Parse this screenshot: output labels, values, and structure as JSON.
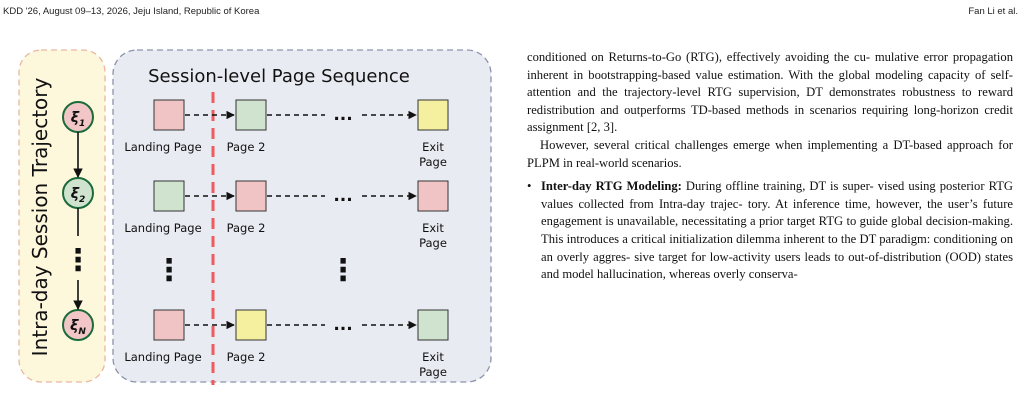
{
  "header": {
    "left": "KDD '26, August 09–13, 2026, Jeju Island, Republic of Korea",
    "right": "Fan Li et al."
  },
  "figure": {
    "left_panel_title": "Intra-day Session Trajectory",
    "right_panel_title": "Session-level Page Sequence",
    "xi_base": "ξ",
    "xi_subscripts": [
      "1",
      "2",
      "N"
    ],
    "row_labels": [
      {
        "first": "Landing Page",
        "second": "Page 2",
        "exit_line1": "Exit",
        "exit_line2": "Page"
      },
      {
        "first": "Landing Page",
        "second": "Page 2",
        "exit_line1": "Exit",
        "exit_line2": "Page"
      },
      {
        "first": "Landing Page",
        "second": "Page 2",
        "exit_line1": "Exit",
        "exit_line2": "Page"
      }
    ],
    "ellipsis": "...",
    "vdots": "⋮",
    "colors": {
      "pink": "#f0c4c4",
      "green": "#cfe3cf",
      "yellow": "#f5f0a0",
      "left_panel_fill": "#fdf7dc",
      "left_panel_stroke": "#e8b9a0",
      "right_panel_fill": "#e9ebf2",
      "right_panel_stroke": "#8a93ab",
      "divider": "#ef5a5a",
      "node_fill": "#f2c6c6"
    }
  },
  "body": {
    "p1": "conditioned on Returns-to-Go (RTG), effectively avoiding the cu- mulative error propagation inherent in bootstrapping-based value estimation. With the global modeling capacity of self-attention and the trajectory-level RTG supervision, DT demonstrates robustness to reward redistribution and outperforms TD-based methods in scenarios requiring long-horizon credit assignment [2, 3].",
    "p2": "However, several critical challenges emerge when implementing a DT-based approach for PLPM in real-world scenarios.",
    "bullet_marker": "•",
    "bullet1_title": "Inter-day RTG Modeling:",
    "bullet1_text": " During offline training, DT is super- vised using posterior RTG values collected from Intra-day trajec- tory. At inference time, however, the user’s future engagement is unavailable, necessitating a prior target RTG to guide global decision-making. This introduces a critical initialization dilemma inherent to the DT paradigm: conditioning on an overly aggres- sive target for low-activity users leads to out-of-distribution (OOD) states and model hallucination, whereas overly conserva-"
  }
}
